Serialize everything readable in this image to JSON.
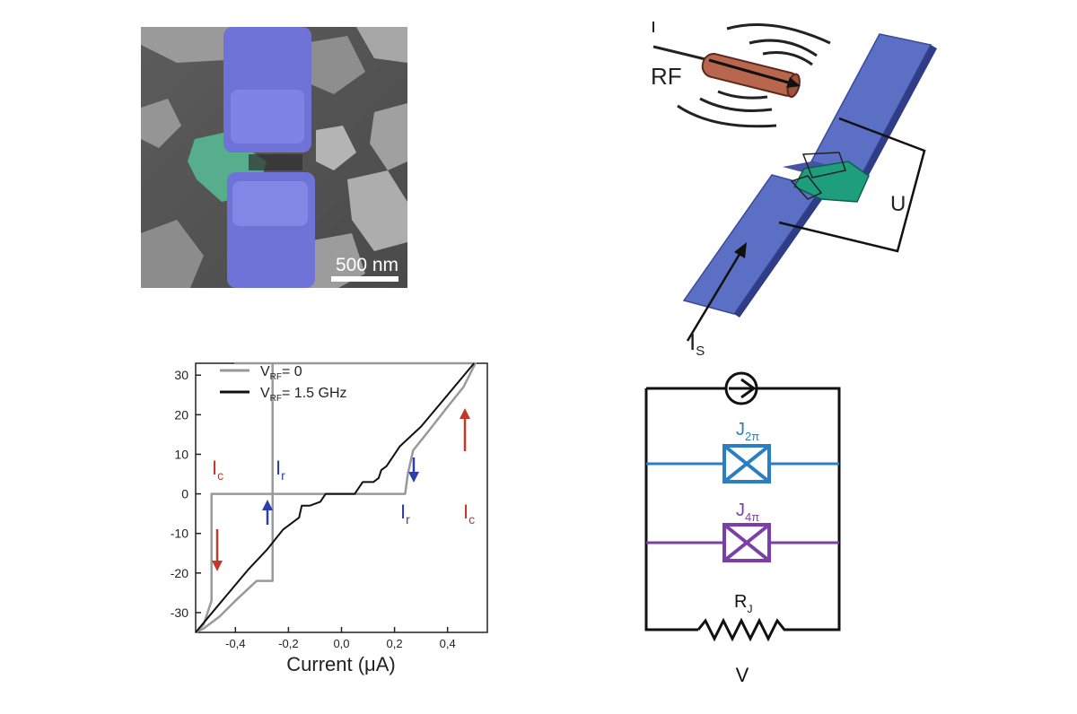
{
  "sem": {
    "scale_label": "500 nm"
  },
  "device": {
    "rf_label": "RF",
    "voltage_label": "U",
    "current_label": "I",
    "current_sub": "S"
  },
  "chart_data": {
    "type": "line",
    "xlabel": "Current (μA)",
    "ylabel": "",
    "xlim": [
      -0.55,
      0.55
    ],
    "ylim": [
      -35,
      33
    ],
    "xticks": [
      -0.4,
      -0.2,
      0.0,
      0.2,
      0.4
    ],
    "xtick_labels": [
      "-0,4",
      "-0,2",
      "0,0",
      "0,2",
      "0,4"
    ],
    "yticks": [
      -30,
      -20,
      -10,
      0,
      10,
      20,
      30
    ],
    "ytick_labels": [
      "-30",
      "-20",
      "-10",
      "0",
      "10",
      "20",
      "30"
    ],
    "grid": false,
    "legend_position": "top-left",
    "legend": [
      {
        "prefix": "V",
        "sub": "RF",
        "suffix": "= 0",
        "color": "#999999"
      },
      {
        "prefix": "V",
        "sub": "RF",
        "suffix": "= 1.5 GHz",
        "color": "#111111"
      }
    ],
    "series": [
      {
        "color": "#999999",
        "x": [
          -0.55,
          -0.52,
          -0.505,
          -0.49,
          -0.49,
          -0.25,
          -0.24,
          -0.23,
          -0.23,
          0.23,
          0.24,
          0.25,
          0.27,
          0.33,
          0.4,
          0.46,
          0.49,
          0.505,
          0.505,
          0.24,
          0.24,
          -0.4,
          -0.4,
          -0.26,
          -0.26,
          -0.32,
          -0.4,
          -0.46,
          -0.5,
          -0.52,
          -0.55
        ],
        "y": [
          -35,
          -33,
          -30,
          -27,
          0,
          0,
          0,
          0,
          0,
          0,
          0,
          5,
          11,
          16,
          22,
          27,
          31,
          33,
          33,
          33,
          33,
          33,
          33,
          33,
          -22,
          -22,
          -27,
          -31,
          -33,
          -34,
          -35
        ]
      },
      {
        "color": "#111111",
        "x": [
          -0.55,
          -0.45,
          -0.35,
          -0.28,
          -0.22,
          -0.16,
          -0.15,
          -0.12,
          -0.08,
          -0.06,
          -0.05,
          0.05,
          0.06,
          0.08,
          0.12,
          0.14,
          0.15,
          0.17,
          0.22,
          0.3,
          0.4,
          0.5
        ],
        "y": [
          -35,
          -27,
          -19,
          -14,
          -9,
          -6,
          -3,
          -3,
          -2,
          0,
          0,
          0,
          1,
          3,
          3,
          4,
          6,
          7,
          12,
          17,
          25,
          33
        ]
      }
    ],
    "annotations": [
      {
        "text": "I",
        "sub": "c",
        "color": "#c0392b"
      },
      {
        "text": "I",
        "sub": "r",
        "color": "#2c3ea8"
      },
      {
        "text": "I",
        "sub": "r",
        "color": "#2c3ea8"
      },
      {
        "text": "I",
        "sub": "c",
        "color": "#c0392b"
      }
    ]
  },
  "circuit": {
    "j1": {
      "letter": "J",
      "sub": "2π",
      "color": "#2a7fc4"
    },
    "j2": {
      "letter": "J",
      "sub": "4π",
      "color": "#7b3fa8"
    },
    "resistor": {
      "letter": "R",
      "sub": "J"
    },
    "voltage_label": "V"
  }
}
